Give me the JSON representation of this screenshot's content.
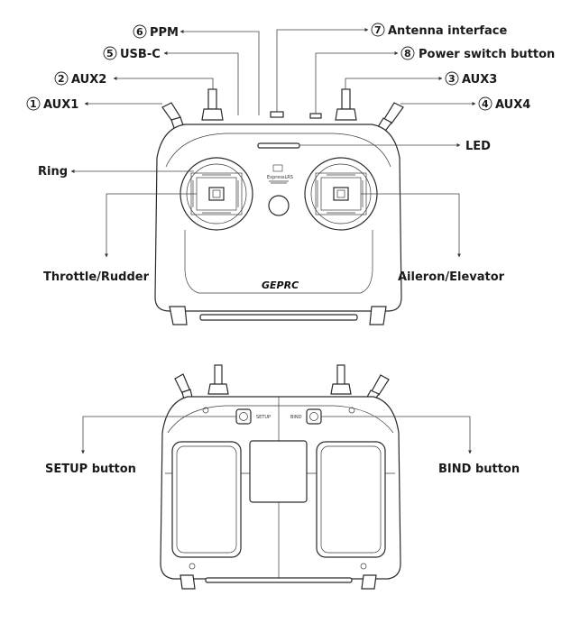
{
  "callouts": {
    "ppm": {
      "num": "6",
      "text": "PPM"
    },
    "usbc": {
      "num": "5",
      "text": "USB-C"
    },
    "aux2": {
      "num": "2",
      "text": "AUX2"
    },
    "aux1": {
      "num": "1",
      "text": "AUX1"
    },
    "antenna": {
      "num": "7",
      "text": "Antenna interface"
    },
    "power": {
      "num": "8",
      "text": "Power switch button"
    },
    "aux3": {
      "num": "3",
      "text": "AUX3"
    },
    "aux4": {
      "num": "4",
      "text": "AUX4"
    },
    "led": {
      "text": "LED"
    },
    "ring": {
      "text": "Ring"
    },
    "throttle": {
      "text": "Throttle/Rudder"
    },
    "aileron": {
      "text": "Aileron/Elevator"
    },
    "setup_button": {
      "text": "SETUP button"
    },
    "bind_button": {
      "text": "BIND button"
    }
  },
  "device": {
    "brand": "GEPRC",
    "sublabel": "ExpressLRS",
    "back_setup": "SETUP",
    "back_bind": "BIND"
  }
}
